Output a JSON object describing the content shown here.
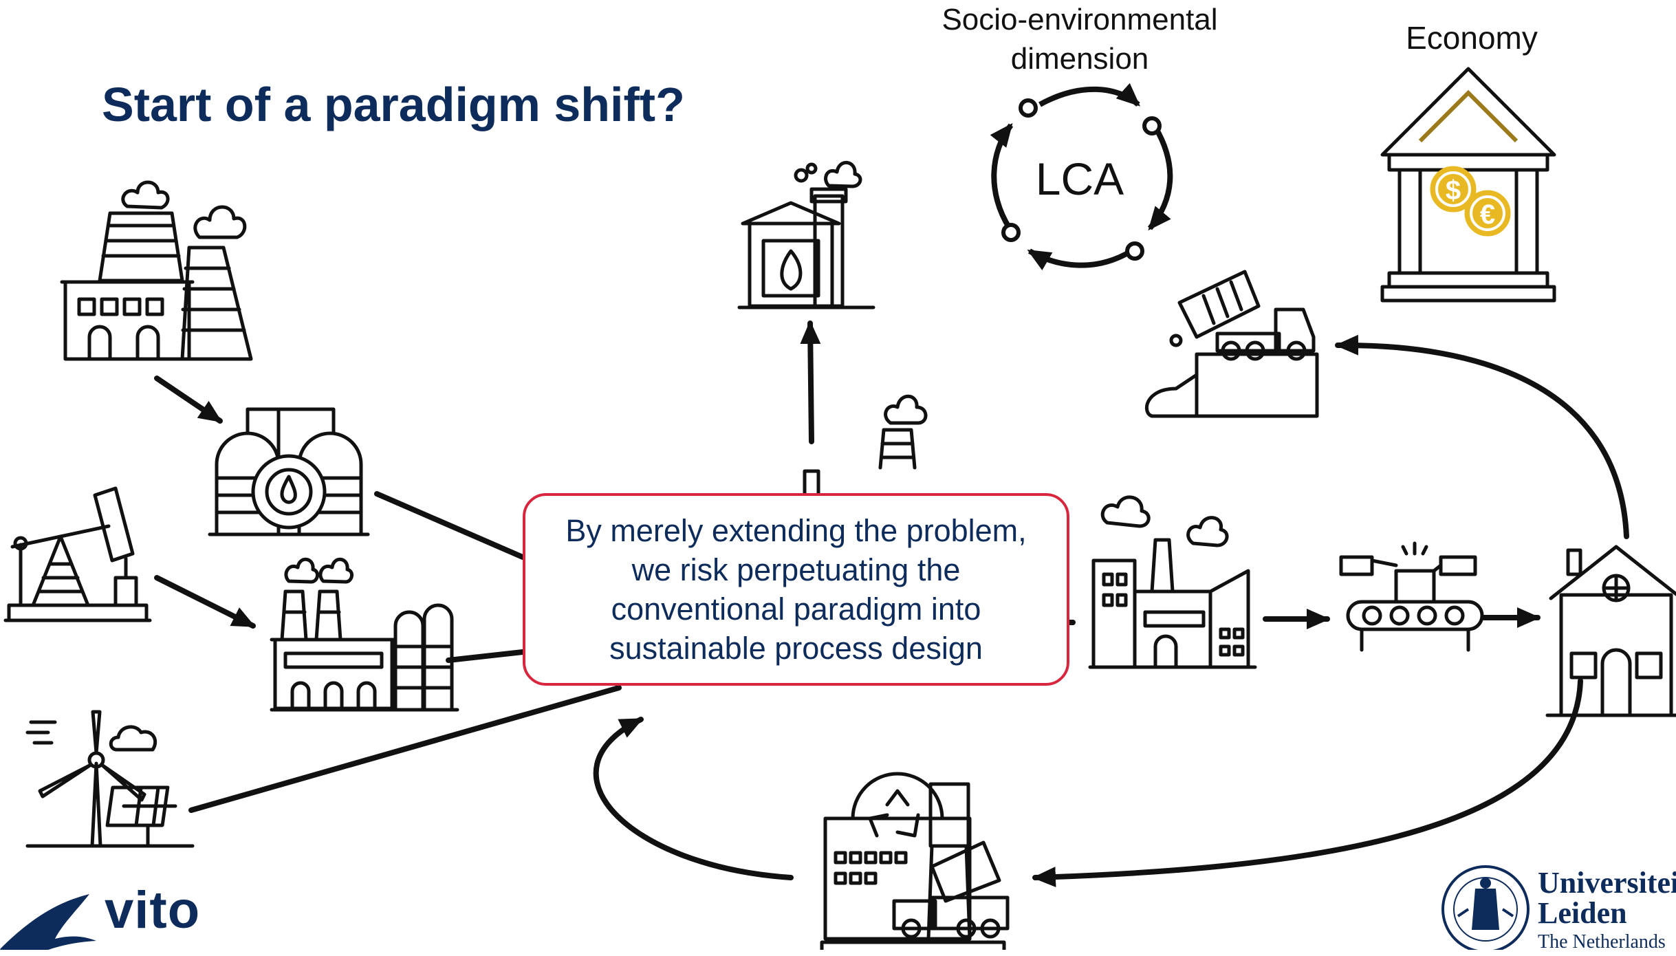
{
  "slide": {
    "title": "Start of a paradigm shift?",
    "dimension_lines": [
      "Socio-environmental",
      "dimension"
    ],
    "economy_label": "Economy",
    "lca_label": "LCA",
    "callout_lines": [
      "By merely extending the problem,",
      "we risk perpetuating the",
      "conventional paradigm into",
      "sustainable process design"
    ]
  },
  "logos": {
    "vito": "vito",
    "leiden": [
      "Universiteit",
      "Leiden",
      "The Netherlands"
    ]
  },
  "colors": {
    "title": "#0d2b5b",
    "callout_border": "#d7263d",
    "coin": "#e8b923",
    "roof_accent": "#9a7a1a",
    "stroke": "#111111"
  },
  "icons": [
    "power-plant-icon",
    "refinery-tanks-icon",
    "oil-pump-icon",
    "petrochemical-plant-icon",
    "wind-solar-icon",
    "incinerator-icon",
    "factory-icon",
    "conveyor-robot-icon",
    "house-icon",
    "bulldozer-truck-icon",
    "recycling-plant-icon",
    "bank-icon",
    "lca-cycle-icon"
  ]
}
